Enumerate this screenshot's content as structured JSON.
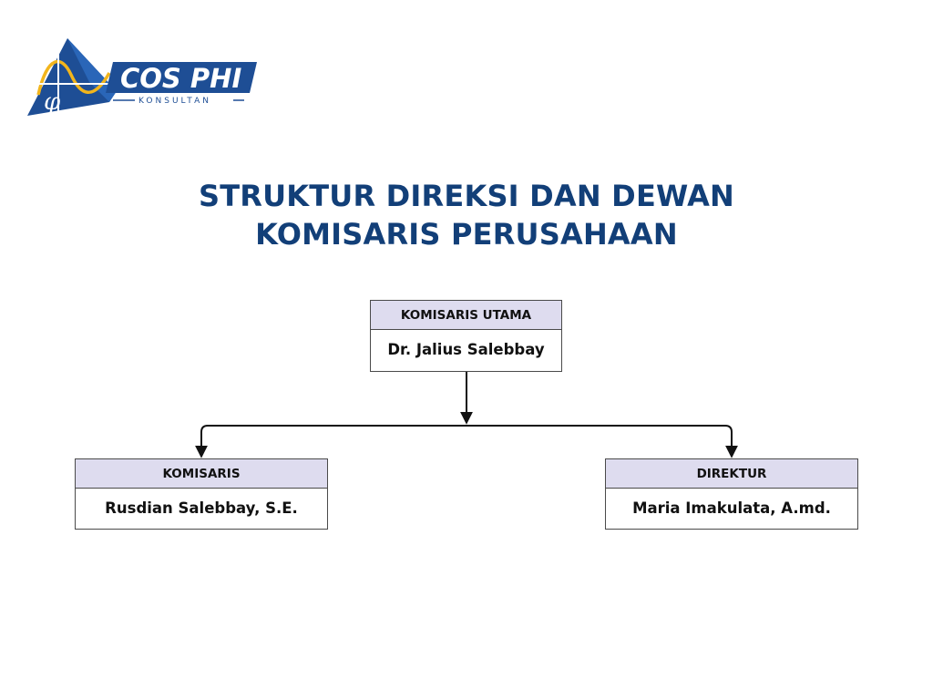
{
  "logo": {
    "brand": "COS PHI",
    "tagline": "KONSULTAN",
    "symbol": "φ",
    "colors": {
      "primary": "#1e4e95",
      "accent": "#f2b51c"
    }
  },
  "title": {
    "line1": "STRUKTUR DIREKSI DAN DEWAN",
    "line2": "KOMISARIS PERUSAHAAN"
  },
  "org": {
    "top": {
      "role": "KOMISARIS UTAMA",
      "name": "Dr. Jalius Salebbay"
    },
    "left": {
      "role": "KOMISARIS",
      "name": "Rusdian Salebbay, S.E."
    },
    "right": {
      "role": "DIREKTUR",
      "name": "Maria Imakulata, A.md."
    }
  },
  "colors": {
    "title": "#123f78",
    "header_fill": "#dedcef",
    "border": "#4a4a4a",
    "connector": "#111111"
  }
}
